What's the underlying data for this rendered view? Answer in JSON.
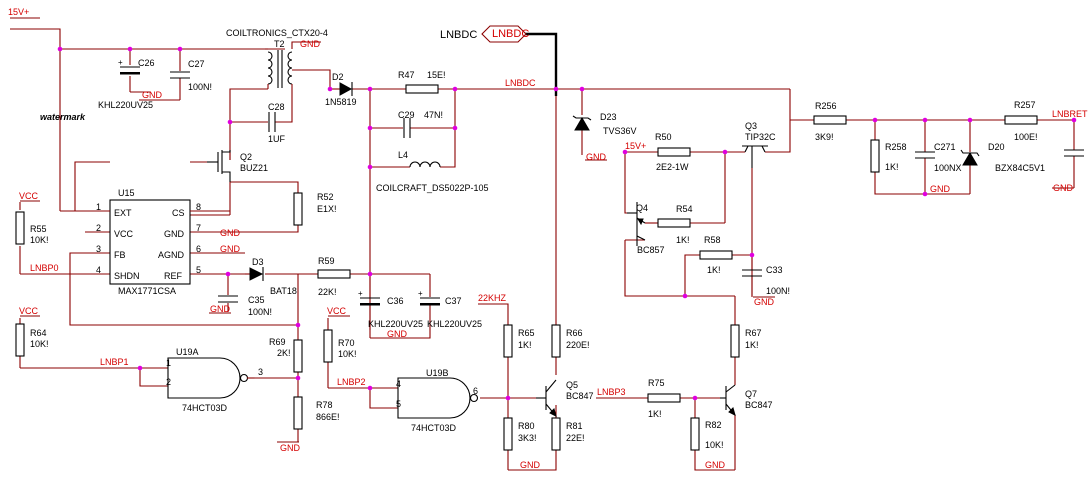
{
  "nets": {
    "v15": "15V+",
    "lnbdc_port": "LNBDC",
    "lnbdc_flag": "LNBDC",
    "lnbdc_net": "LNBDC",
    "gnd": "GND",
    "vcc": "VCC",
    "lnbp0": "LNBP0",
    "lnbp1": "LNBP1",
    "lnbp2": "LNBP2",
    "lnbp3": "LNBP3",
    "lnbret": "LNBRET",
    "khz22": "22KHZ",
    "v15b": "15V+"
  },
  "components": {
    "c26": {
      "ref": "C26",
      "value": "KHL220UV25"
    },
    "c27": {
      "ref": "C27",
      "value": "100N!"
    },
    "t2": {
      "ref": "T2",
      "value": "COILTRONICS_CTX20-4"
    },
    "d2": {
      "ref": "D2",
      "value": "1N5819"
    },
    "c28": {
      "ref": "C28",
      "value": "1UF"
    },
    "r47": {
      "ref": "R47",
      "value": "15E!"
    },
    "c29": {
      "ref": "C29",
      "value": "47N!"
    },
    "l4": {
      "ref": "L4",
      "value": "COILCRAFT_DS5022P-105"
    },
    "q2": {
      "ref": "Q2",
      "value": "BUZ21"
    },
    "u15": {
      "ref": "U15",
      "value": "MAX1771CSA",
      "pins_left": [
        {
          "num": "1",
          "name": "EXT"
        },
        {
          "num": "2",
          "name": "VCC"
        },
        {
          "num": "3",
          "name": "FB"
        },
        {
          "num": "4",
          "name": "SHDN"
        }
      ],
      "pins_right": [
        {
          "num": "8",
          "name": "CS"
        },
        {
          "num": "7",
          "name": "GND"
        },
        {
          "num": "6",
          "name": "AGND"
        },
        {
          "num": "5",
          "name": "REF"
        }
      ]
    },
    "r52": {
      "ref": "R52",
      "value": "E1X!"
    },
    "r55": {
      "ref": "R55",
      "value": "10K!"
    },
    "d3": {
      "ref": "D3",
      "value": "BAT18"
    },
    "r59": {
      "ref": "R59",
      "value": "22K!"
    },
    "c35": {
      "ref": "C35",
      "value": "100N!"
    },
    "c36": {
      "ref": "C36",
      "value": "KHL220UV25"
    },
    "c37": {
      "ref": "C37",
      "value": "KHL220UV25"
    },
    "r64": {
      "ref": "R64",
      "value": "10K!"
    },
    "u19a": {
      "ref": "U19A",
      "value": "74HCT03D",
      "pins": [
        "1",
        "2",
        "3"
      ]
    },
    "r69": {
      "ref": "R69",
      "value": "2K!"
    },
    "r78": {
      "ref": "R78",
      "value": "866E!"
    },
    "r70": {
      "ref": "R70",
      "value": "10K!"
    },
    "u19b": {
      "ref": "U19B",
      "value": "74HCT03D",
      "pins": [
        "4",
        "5",
        "6"
      ]
    },
    "r65": {
      "ref": "R65",
      "value": "1K!"
    },
    "r80": {
      "ref": "R80",
      "value": "3K3!"
    },
    "r66": {
      "ref": "R66",
      "value": "220E!"
    },
    "r81": {
      "ref": "R81",
      "value": "22E!"
    },
    "q5": {
      "ref": "Q5",
      "value": "BC847"
    },
    "d23": {
      "ref": "D23",
      "value": "TVS36V"
    },
    "r50": {
      "ref": "R50",
      "value": "2E2-1W"
    },
    "q3": {
      "ref": "Q3",
      "value": "TIP32C"
    },
    "q4": {
      "ref": "Q4",
      "value": "BC857"
    },
    "r54": {
      "ref": "R54",
      "value": "1K!"
    },
    "r58": {
      "ref": "R58",
      "value": "1K!"
    },
    "c33": {
      "ref": "C33",
      "value": "100N!"
    },
    "r67": {
      "ref": "R67",
      "value": "1K!"
    },
    "r75": {
      "ref": "R75",
      "value": "1K!"
    },
    "q7": {
      "ref": "Q7",
      "value": "BC847"
    },
    "r82": {
      "ref": "R82",
      "value": "10K!"
    },
    "r256": {
      "ref": "R256",
      "value": "3K9!"
    },
    "r258": {
      "ref": "R258",
      "value": "1K!"
    },
    "c271": {
      "ref": "C271",
      "value": "100NX"
    },
    "d20": {
      "ref": "D20",
      "value": "BZX84C5V1"
    },
    "r257": {
      "ref": "R257",
      "value": "100E!"
    }
  }
}
